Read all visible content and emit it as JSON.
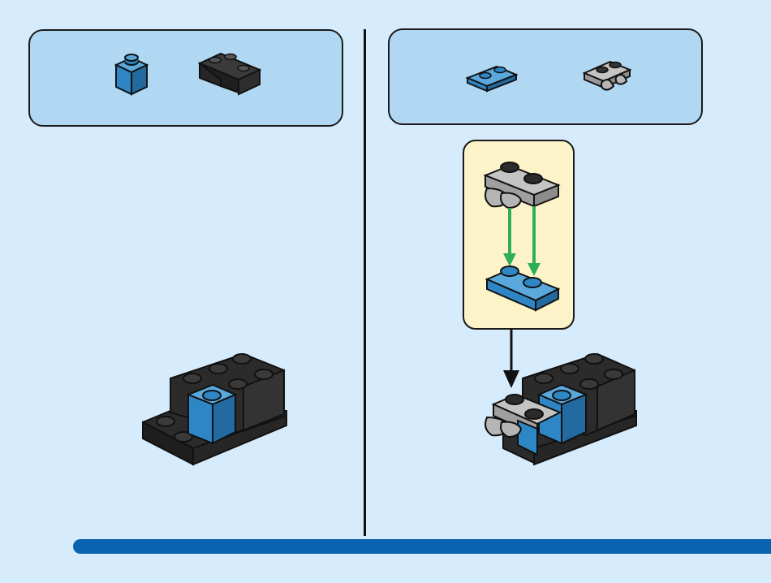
{
  "colors": {
    "background": "#d6ebfb",
    "parts_box": "#b1d8f2",
    "callout": "#fdf3c9",
    "progress_bar": "#0a63b0",
    "divider": "#111111",
    "brick_blue": "#2f86c4",
    "brick_black": "#2b2b2b",
    "brick_gray": "#a9a9a9",
    "arrow_green": "#2fae5a"
  },
  "steps": [
    {
      "parts": [
        {
          "icon": "brick-1x1-blue-icon"
        },
        {
          "icon": "brick-corner-black-icon"
        }
      ],
      "model": "assembled-model-step1"
    },
    {
      "parts": [
        {
          "icon": "plate-1x2-blue-icon"
        },
        {
          "icon": "clip-plate-gray-icon"
        }
      ],
      "callout": "sub-assembly-clip-on-plate",
      "model": "assembled-model-step2"
    }
  ],
  "progress": 1.0
}
